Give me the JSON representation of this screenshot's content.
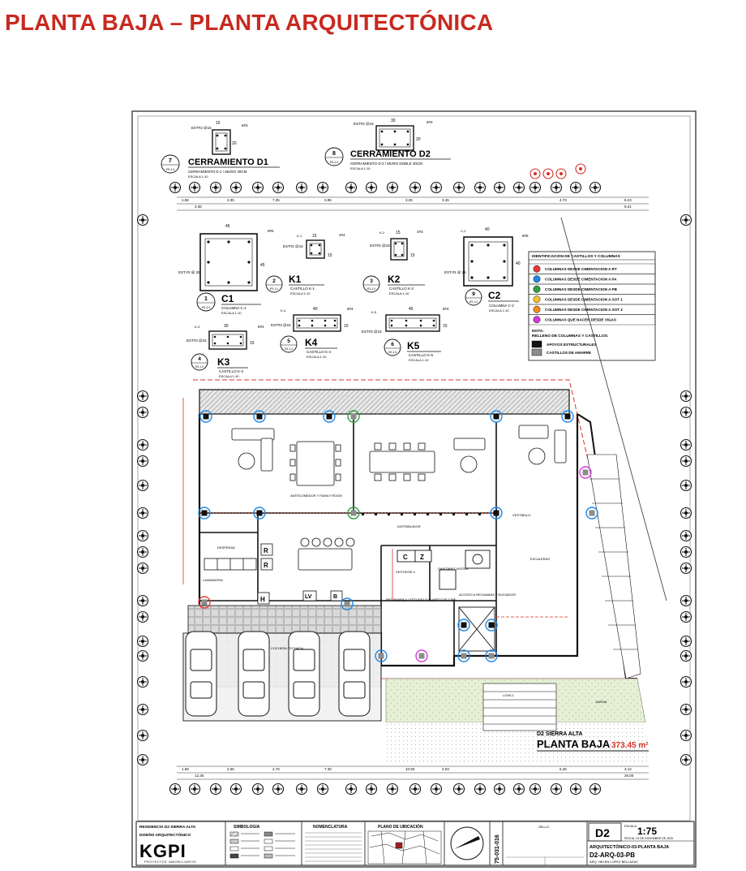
{
  "page": {
    "title": "PLANTA BAJA – PLANTA ARQUITECTÓNICA"
  },
  "details": [
    {
      "num": "7",
      "ref": "ES-1.0",
      "name": "CERRAMIENTO D1",
      "note": "CERRAMIENTO D-1 / MURO 30CM",
      "scale": "ESCALA 1:10",
      "dim_w": "15",
      "dim_h": "20",
      "bar": "6#3",
      "stirrup": "EST#2 @15"
    },
    {
      "num": "8",
      "ref": "ES-1.0",
      "name": "CERRAMIENTO D2",
      "note": "CERRAMIENTO D-2 / MURO DOBLE 30CM",
      "scale": "ESCALA 1:10",
      "dim_w": "30",
      "dim_h": "20",
      "bar": "6#3",
      "stirrup": "EST#2 @15"
    },
    {
      "num": "1",
      "ref": "ES-1.0",
      "name": "C1",
      "note": "COLUMNA C-1",
      "scale": "ESCALA 1:10",
      "dim_w": "45",
      "dim_h": "45",
      "bar": "8#5",
      "stirrup": "EST.#3 @ 25"
    },
    {
      "num": "2",
      "ref": "ES-1.0",
      "name": "K1",
      "note": "CASTILLO K-1",
      "scale": "ESCALA 1:10",
      "dim_w": "15",
      "dim_h": "15",
      "bar": "4#4",
      "stirrup": "EST#2 @15",
      "side": "K-1"
    },
    {
      "num": "3",
      "ref": "ES-1.0",
      "name": "K2",
      "note": "CASTILLO K-2",
      "scale": "ESCALA 1:10",
      "dim_w": "15",
      "dim_h": "15",
      "bar": "4#3",
      "stirrup": "EST#2 @15",
      "side": "K-2"
    },
    {
      "num": "9",
      "ref": "ES-1.0",
      "name": "C2",
      "note": "COLUMNA C-2",
      "scale": "ESCALA 1:10",
      "dim_w": "40",
      "dim_h": "40",
      "bar": "8#5",
      "stirrup": "EST.#3 @ 25",
      "side": "C-2"
    },
    {
      "num": "4",
      "ref": "ES-1.0",
      "name": "K3",
      "note": "CASTILLO K-3",
      "scale": "ESCALA 1:10",
      "dim_w": "30",
      "dim_h": "15",
      "bar": "6#4",
      "stirrup": "EST#3 @15",
      "side": "K-3"
    },
    {
      "num": "5",
      "ref": "ES-1.0",
      "name": "K4",
      "note": "CASTILLO K-4",
      "scale": "ESCALA 1:10",
      "dim_w": "40",
      "dim_h": "15",
      "bar": "8#4",
      "stirrup": "EST#3 @15",
      "side": "K-4"
    },
    {
      "num": "6",
      "ref": "ES-1.0",
      "name": "K5",
      "note": "CASTILLO K-5",
      "scale": "ESCALA 1:10",
      "dim_w": "45",
      "dim_h": "15",
      "bar": "8#4",
      "stirrup": "EST#3 @15",
      "side": "K-5"
    }
  ],
  "legend": {
    "title": "IDENTIFICACION DE CASTILLOS Y COLUMNAS",
    "items": [
      {
        "label": "COLUMNAS DESDE CIMENTACION A RT",
        "color": "#e53935"
      },
      {
        "label": "COLUMNAS DESDE CIMENTACION A PA",
        "color": "#1e88e5"
      },
      {
        "label": "COLUMNAS DESDE CIMENTACION A PB",
        "color": "#2e9e44"
      },
      {
        "label": "COLUMNAS DESDE CIMENTACION A SOT 1",
        "color": "#f2c230"
      },
      {
        "label": "COLUMNAS DESDE CIMENTACION A SOT 2",
        "color": "#f08c1e"
      },
      {
        "label": "COLUMNAS QUE NACEN DESDE VIGAS",
        "color": "#d63bd6"
      }
    ],
    "nota_title": "NOTA:",
    "nota_text": "RELLENO DE COLUMNAS Y CASTILLOS:",
    "fills": [
      {
        "label": "APOYOS ESTRUCTURALES",
        "color": "#111111"
      },
      {
        "label": "CASTILLOS DE AMARRE",
        "color": "#8c8c8c"
      }
    ]
  },
  "plan": {
    "room_labels": [
      {
        "id": "antecomedor",
        "text": "ANTECOMEDOR Y FAMILY ROOM"
      },
      {
        "id": "distribuidor",
        "text": "DISTRIBUIDOR"
      },
      {
        "id": "vestidor",
        "text": "VESTIDOR 4"
      },
      {
        "id": "sanitario",
        "text": "SANITARIO VISITAS"
      },
      {
        "id": "recamara",
        "text": "RECAMARA 4 / ESTUDIO O CUARTO DE CINE"
      },
      {
        "id": "acceso",
        "text": "ACCESO A RECAMARA Y ELEVADOR"
      },
      {
        "id": "despensa",
        "text": "DESPENSA"
      },
      {
        "id": "lavanderia",
        "text": "LAVANDERIA"
      },
      {
        "id": "cochera",
        "text": "COCHERA TECHADA"
      },
      {
        "id": "vestibulo",
        "text": "VESTIBULO"
      },
      {
        "id": "escalera",
        "text": "ESCALERAS"
      },
      {
        "id": "jardin",
        "text": "JARDIN"
      },
      {
        "id": "losa",
        "text": "LOSA 1"
      }
    ],
    "equipment": [
      "C",
      "Z",
      "R",
      "R",
      "H",
      "LV",
      "B"
    ],
    "top_dims": [
      "1.58",
      "3.35",
      "3.35",
      "7.35",
      "3.95",
      "3.25",
      "3.45",
      "4.73",
      "6.23",
      "6.21"
    ],
    "bottom_dims": [
      "1.58",
      "3.35",
      "12.25",
      "4.70",
      "7.30",
      "10.93",
      "3.03",
      "6.25",
      "3.12",
      "25.00"
    ],
    "project_label": "D2 SIERRA ALTA",
    "area_label": "PLANTA BAJA",
    "area_value": "373.45 m²"
  },
  "titleblock": {
    "project_label": "RESIDENCIA D2 SIERRA ALTA",
    "design_label": "DISEÑO ARQUITECTÓNICO",
    "logo": "KGPI",
    "logo_sub": "PROYECTOS INMOBILIARIOS",
    "simbologia": "SIMBOLOGIA",
    "nomenclatura": "NOMENCLATURA",
    "ubicacion": "PLANO DE UBICACIÓN",
    "code_vertical": "75-031-016",
    "sello": "SELLO",
    "sheet_id": "D2",
    "scale_label": "ESCALA",
    "scale": "1:75",
    "date": "FECHA: 23 DE DICIEMBRE DE 2020",
    "plano_title": "ARQUITECTÓNICO-03-PLANTA BAJA",
    "plano_code": "D2-ARQ-03-PB",
    "author": "ARQ. HELEN LOPEZ BELLAZAC"
  }
}
